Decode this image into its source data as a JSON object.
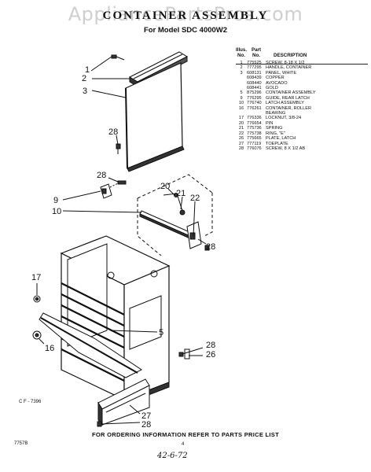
{
  "watermark": "AppliancePartsPros.com",
  "title": "CONTAINER ASSEMBLY",
  "subtitle": "For Model SDC 4000W2",
  "parts_table": {
    "header": {
      "illus_no": "Illus.\nNo.",
      "part_no": "Part\nNo.",
      "description": "DESCRIPTION"
    },
    "rows": [
      {
        "illus": "1",
        "part": "775525",
        "desc": "Screw, 8-18 x 1/2"
      },
      {
        "illus": "2",
        "part": "777295",
        "desc": "Handle, Container"
      },
      {
        "illus": "3",
        "part": "608131",
        "desc": "Panel, White"
      },
      {
        "illus": "",
        "part": "608439",
        "desc": "Copper"
      },
      {
        "illus": "",
        "part": "608440",
        "desc": "Avocado"
      },
      {
        "illus": "",
        "part": "608441",
        "desc": "Gold"
      },
      {
        "illus": "5",
        "part": "875296",
        "desc": "Container Assembly"
      },
      {
        "illus": "9",
        "part": "776295",
        "desc": "Guide, Rear Latch"
      },
      {
        "illus": "10",
        "part": "776740",
        "desc": "Latch Assembly"
      },
      {
        "illus": "16",
        "part": "776261",
        "desc": "Container, Roller"
      },
      {
        "illus": "",
        "part": "",
        "desc": "Bearing"
      },
      {
        "illus": "17",
        "part": "776336",
        "desc": "Locknut, 3/8-24"
      },
      {
        "illus": "20",
        "part": "776654",
        "desc": "Pin"
      },
      {
        "illus": "21",
        "part": "775736",
        "desc": "Spring"
      },
      {
        "illus": "22",
        "part": "775738",
        "desc": "Ring, \"E\""
      },
      {
        "illus": "26",
        "part": "775665",
        "desc": "Plate, Latch"
      },
      {
        "illus": "27",
        "part": "777119",
        "desc": "Toeplate"
      },
      {
        "illus": "28",
        "part": "776076",
        "desc": "Screw, 8 x 1/2 AB"
      }
    ]
  },
  "callouts": {
    "c1": "1",
    "c2": "2",
    "c3": "3",
    "c28a": "28",
    "c28b": "28",
    "c9": "9",
    "c10": "10",
    "c20": "20",
    "c21": "21",
    "c22": "22",
    "c28c": "28",
    "c17": "17",
    "c16": "16",
    "c5": "5",
    "c28d": "28",
    "c26": "26",
    "c27": "27",
    "c28e": "28"
  },
  "cf_code": "C F - 7396",
  "page_code": "7757B",
  "page_mark": "4",
  "footer": "FOR ORDERING INFORMATION REFER TO PARTS PRICE LIST",
  "handwritten_date": "42-6-72"
}
